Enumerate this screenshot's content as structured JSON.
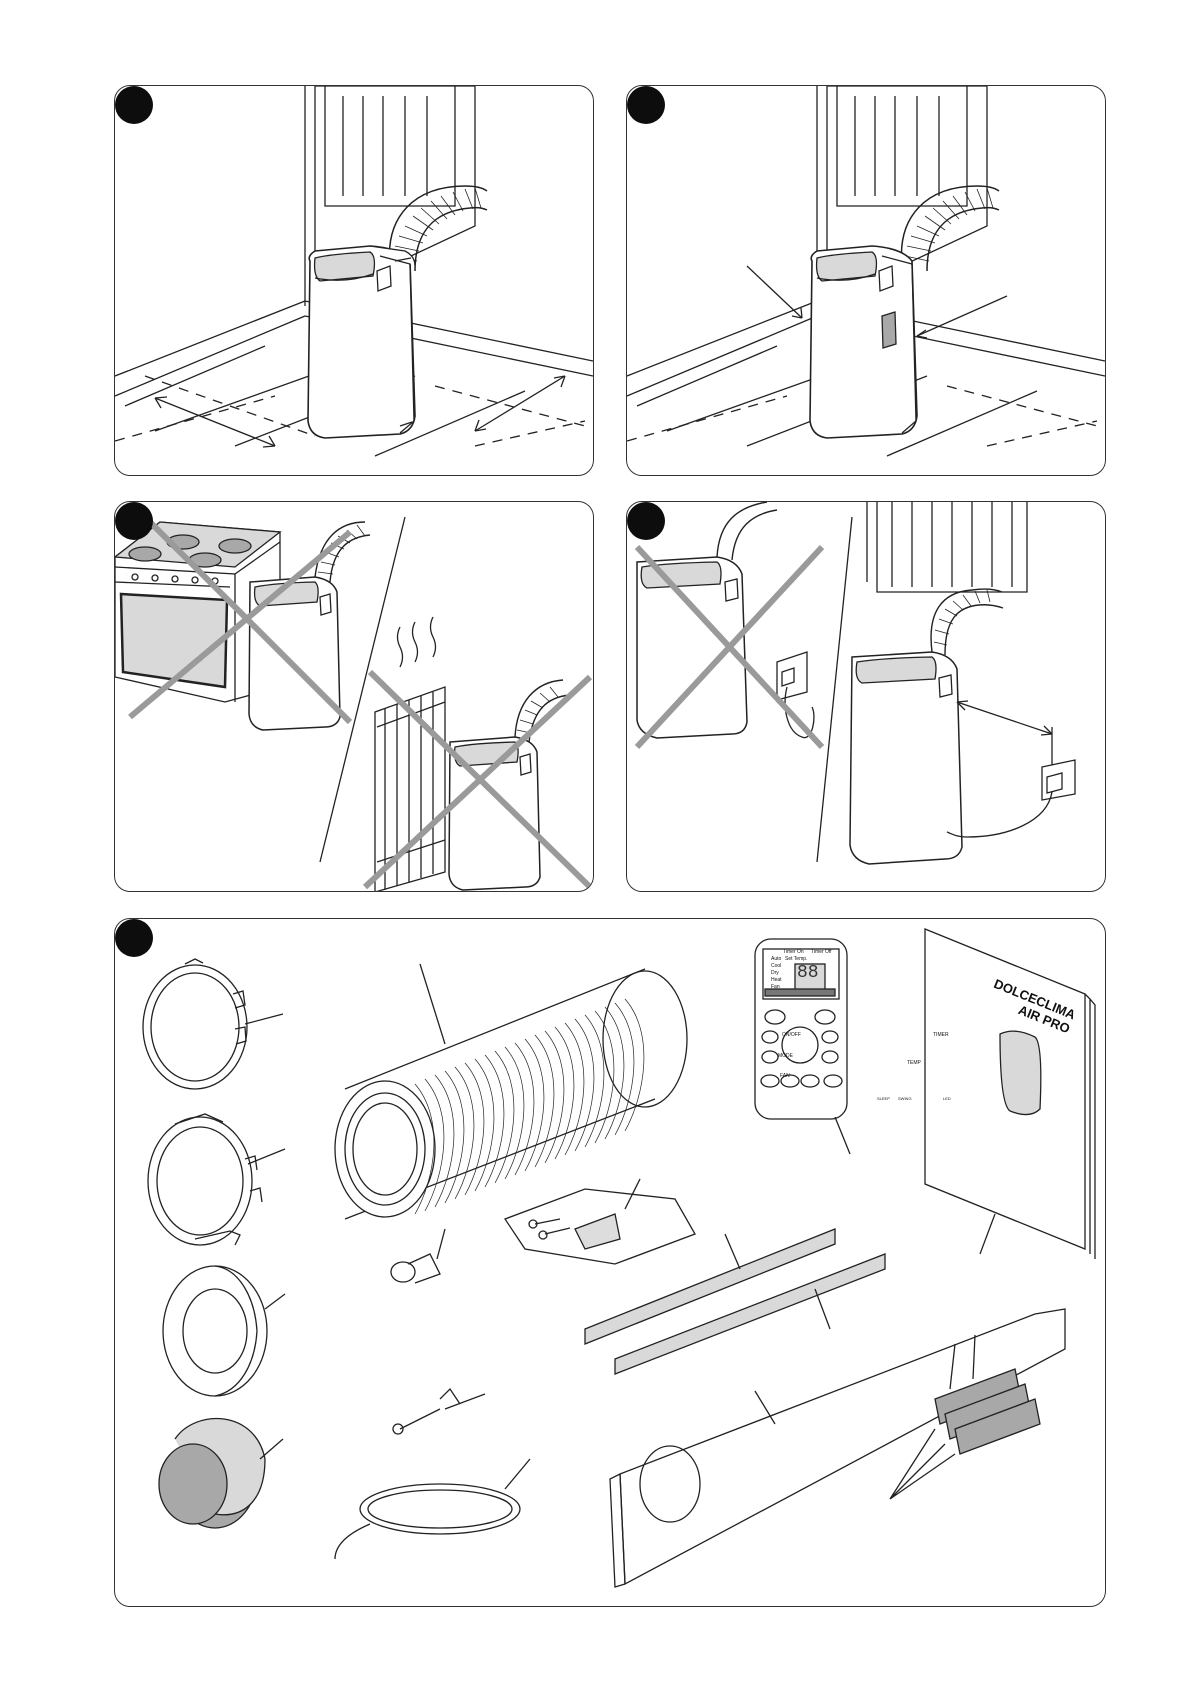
{
  "panels": [
    {
      "id": "placement-clearance"
    },
    {
      "id": "placement-labels"
    },
    {
      "id": "avoid-heat-sources"
    },
    {
      "id": "power-socket-distance"
    },
    {
      "id": "accessories"
    }
  ],
  "remote": {
    "timer_on": "Timer On",
    "timer_off": "Timer Off",
    "auto": "Auto",
    "set_temp": "Set Temp.",
    "cool": "Cool",
    "dry": "Dry",
    "heat": "Heat",
    "fan": "Fan",
    "display_value": "88",
    "btn_on_off": "ON/OFF",
    "btn_mode": "MODE",
    "btn_fan": "FAN",
    "btn_temp": "TEMP",
    "btn_timer": "TIMER",
    "btn_sleep": "SLEEP",
    "btn_swing": "SWING",
    "btn_led": "LED"
  },
  "manual": {
    "title_line1": "DOLCECLIMA",
    "title_line2": "AIR PRO"
  },
  "colors": {
    "badge": "#0d0d0d",
    "cross": "#9a9a9a",
    "outline": "#222222",
    "light_grey": "#d9d9d9",
    "mid_grey": "#a8a8a8"
  }
}
